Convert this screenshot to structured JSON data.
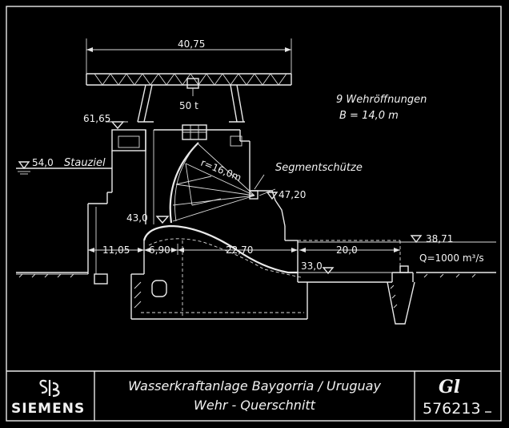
{
  "dimensions": {
    "crane_span": "40,75",
    "crane_load": "50 t",
    "level_deck": "61,65",
    "level_retention": "54,0",
    "retention_label": "Stauziel",
    "radius": "r=16,0m",
    "level_gate_pivot": "47,20",
    "level_crest": "43,0",
    "dim_a": "11,05",
    "dim_b": "6,90",
    "dim_c": "22,70",
    "dim_d": "20,0",
    "level_basin": "33,0",
    "level_tail": "38,71",
    "discharge": "Q=1000 m³/s"
  },
  "notes": {
    "openings": "9 Wehröffnungen",
    "width": "B = 14,0 m",
    "gate_label": "Segmentschütze"
  },
  "title_block": {
    "brand": "SIEMENS",
    "title": "Wasserkraftanlage Baygorria / Uruguay",
    "subtitle": "Wehr - Querschnitt",
    "code_letters": "Gl",
    "code_number": "576213"
  },
  "colors": {
    "background": "#000000",
    "ink": "#eaeaea"
  }
}
